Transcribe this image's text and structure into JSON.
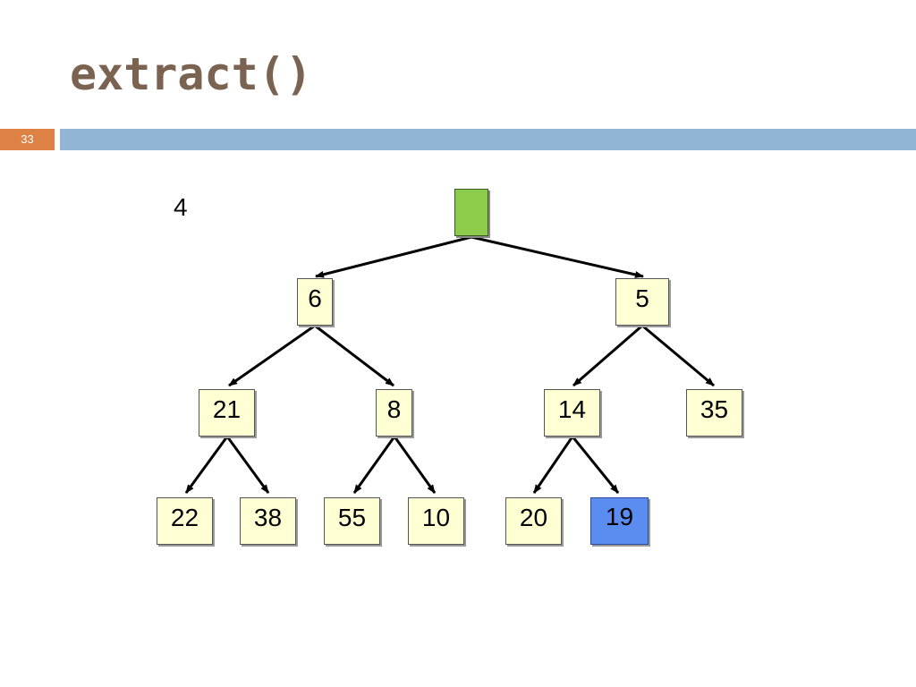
{
  "slide": {
    "title": "extract()",
    "page_number": "33",
    "side_value": "4",
    "colors": {
      "title": "#7a6350",
      "badge": "#dd8144",
      "bar": "#93b5d5",
      "node_fill": "#ffffd4",
      "root_fill": "#8ccb4c",
      "highlight_fill": "#5b8cf0"
    }
  },
  "tree": {
    "root": "",
    "level1": [
      "6",
      "5"
    ],
    "level2": [
      "21",
      "8",
      "14",
      "35"
    ],
    "level3": [
      "22",
      "38",
      "55",
      "10",
      "20",
      "19"
    ],
    "highlighted": "19"
  }
}
